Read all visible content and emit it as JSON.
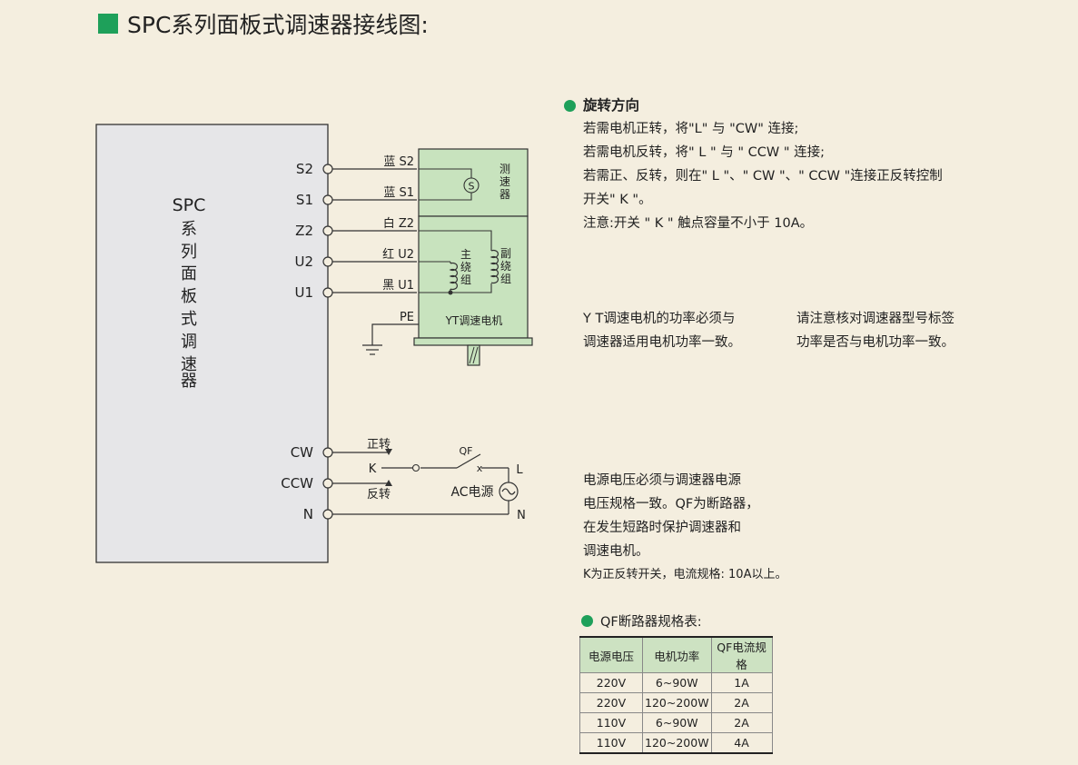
{
  "title": "SPC系列面板式调速器接线图:",
  "controller": {
    "label_top": "SPC",
    "label_chars": [
      "系",
      "列",
      "面",
      "板",
      "式",
      "调",
      "速",
      "器"
    ]
  },
  "terminals": [
    "S2",
    "S1",
    "Z2",
    "U2",
    "U1",
    "CW",
    "CCW",
    "N"
  ],
  "wire_labels": [
    "蓝 S2",
    "蓝 S1",
    "白 Z2",
    "红 U2",
    "黑 U1",
    "PE"
  ],
  "motor": {
    "tacho_chars": [
      "测",
      "速",
      "器"
    ],
    "main_winding_chars": [
      "主",
      "绕",
      "组"
    ],
    "aux_winding_chars": [
      "副",
      "绕",
      "组"
    ],
    "tacho_symbol": "S",
    "name": "YT调速电机"
  },
  "switch": {
    "forward": "正转",
    "reverse": "反转",
    "k": "K",
    "qf": "QF",
    "ac": "AC电源",
    "l": "L",
    "n": "N",
    "x": "x"
  },
  "rotation": {
    "heading": "旋转方向",
    "lines": [
      "若需电机正转，将\"L\" 与 \"CW\" 连接;",
      "若需电机反转，将\" L \" 与 \" CCW \" 连接;",
      "若需正、反转，则在\" L \"、\" CW \"、\" CCW \"连接正反转控制",
      "开关\" K \"。",
      "注意:开关 \" K \" 触点容量不小于 10A。"
    ]
  },
  "power_note_left": [
    "Y T调速电机的功率必须与",
    "调速器适用电机功率一致。"
  ],
  "power_note_right": [
    "请注意核对调速器型号标签",
    "功率是否与电机功率一致。"
  ],
  "supply_note": [
    "电源电压必须与调速器电源",
    "电压规格一致。QF为断路器，",
    "在发生短路时保护调速器和",
    "调速电机。"
  ],
  "k_note": "K为正反转开关，电流规格: 10A以上。",
  "qf_table": {
    "heading": "QF断路器规格表:",
    "headers": [
      "电源电压",
      "电机功率",
      "QF电流规格"
    ],
    "rows": [
      [
        "220V",
        "6~90W",
        "1A"
      ],
      [
        "220V",
        "120~200W",
        "2A"
      ],
      [
        "110V",
        "6~90W",
        "2A"
      ],
      [
        "110V",
        "120~200W",
        "4A"
      ]
    ]
  },
  "colors": {
    "accent": "#1ea05a",
    "controller_fill": "#e6e6e8",
    "motor_fill": "#c8e3be",
    "background": "#f4eedf"
  }
}
